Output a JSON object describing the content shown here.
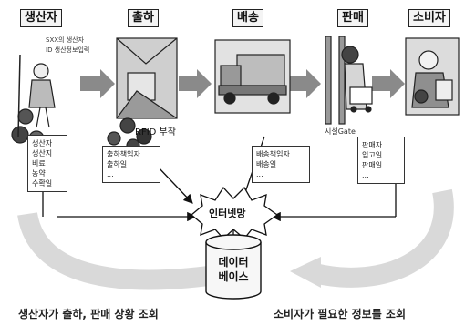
{
  "stages": {
    "producer": "생산자",
    "shipping": "출하",
    "delivery": "배송",
    "sales": "판매",
    "consumer": "소비자"
  },
  "producer_caption": [
    "SXX의 생산자",
    "ID 생산정보입력"
  ],
  "rfid_label": "RFID 부착",
  "gate_label": "시설Gate",
  "notes": {
    "producer": [
      "생산자",
      "생산지",
      "비료",
      "농약",
      "수확일"
    ],
    "shipping": [
      "출하책임자",
      "출하일",
      "..."
    ],
    "delivery": [
      "배송책임자",
      "배송일",
      "..."
    ],
    "sales": [
      "판매자",
      "입고일",
      "판매일",
      "..."
    ]
  },
  "internet": "인터넷망",
  "database": [
    "데이터",
    "베이스"
  ],
  "bottom_captions": {
    "left": "생산자가 출하, 판매 상황 조회",
    "right": "소비자가 필요한 정보를 조회"
  }
}
